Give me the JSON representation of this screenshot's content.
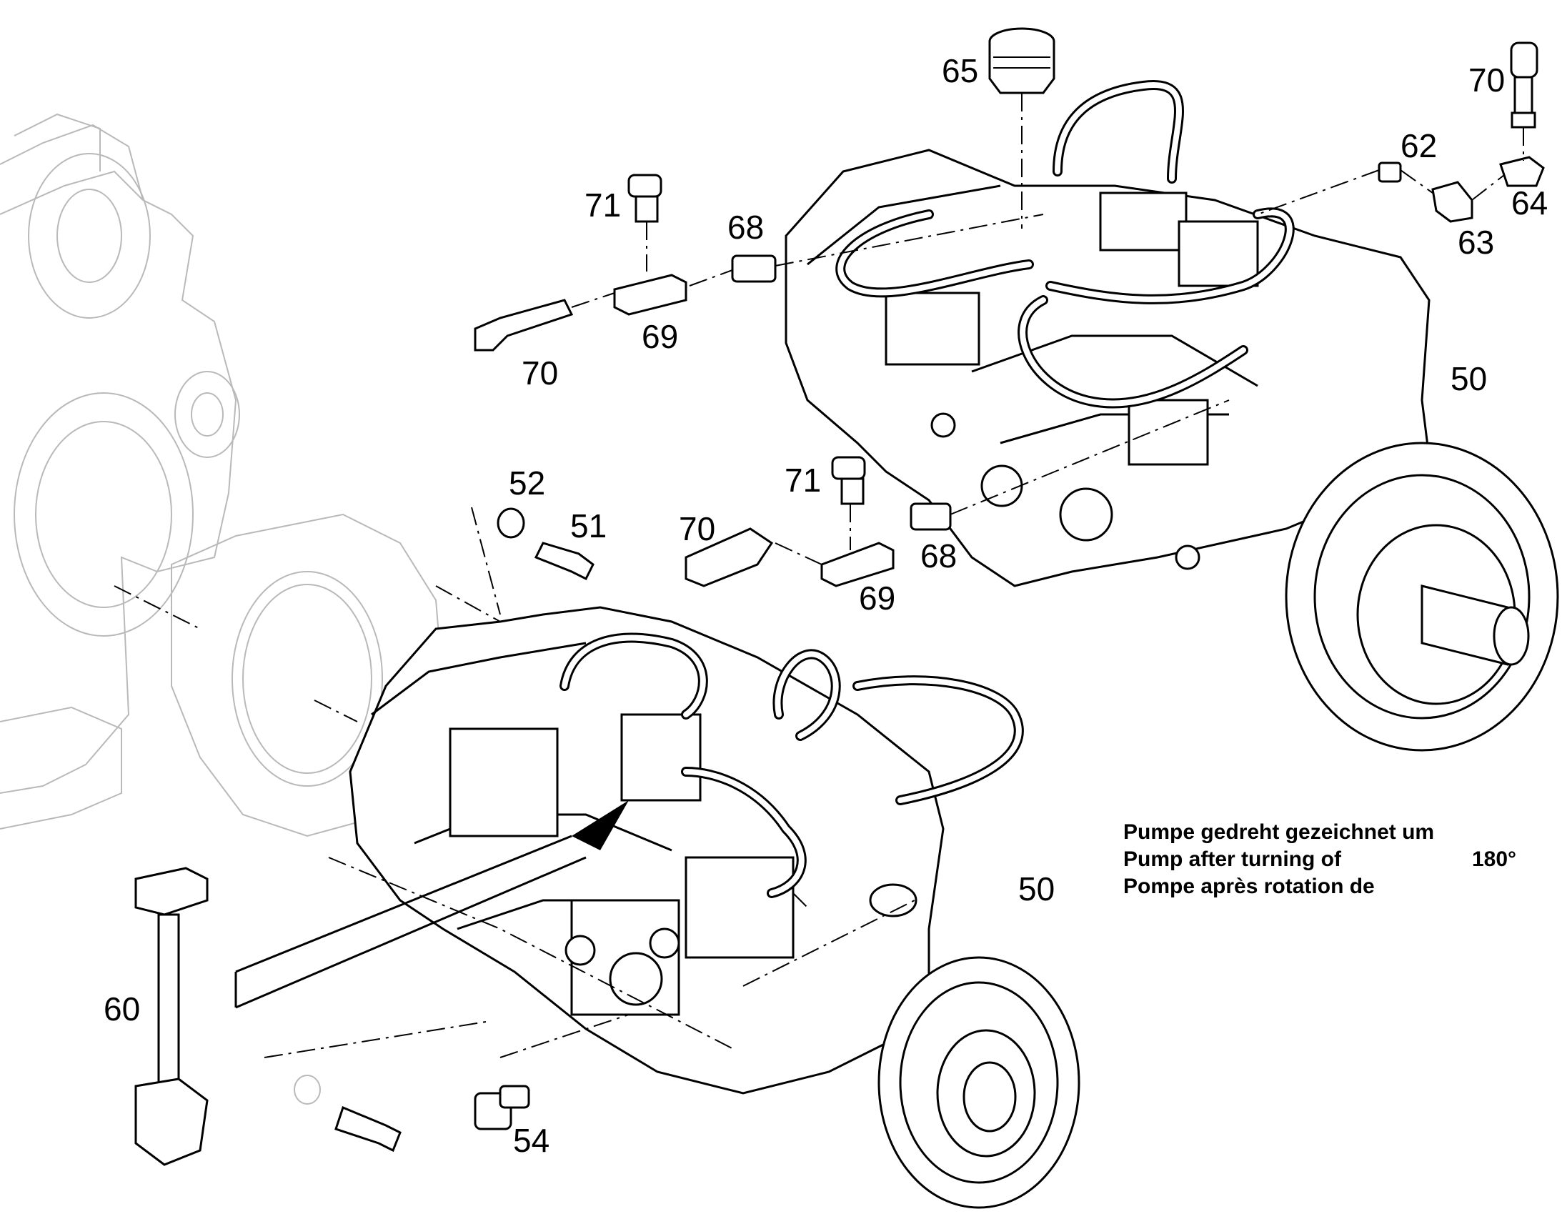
{
  "callouts": {
    "c65": "65",
    "c70_top_right": "70",
    "c62": "62",
    "c64": "64",
    "c63": "63",
    "c71_top": "71",
    "c68_top": "68",
    "c69_top": "69",
    "c70_top_left": "70",
    "c50_right": "50",
    "c52": "52",
    "c51": "51",
    "c70_mid": "70",
    "c71_mid": "71",
    "c68_mid": "68",
    "c69_mid": "69",
    "c50_front": "50",
    "c60": "60",
    "c54": "54"
  },
  "note": {
    "line1": "Pumpe gedreht gezeichnet um",
    "line2": "Pump after turning of",
    "angle": "180°",
    "line3": "Pompe après rotation de"
  }
}
